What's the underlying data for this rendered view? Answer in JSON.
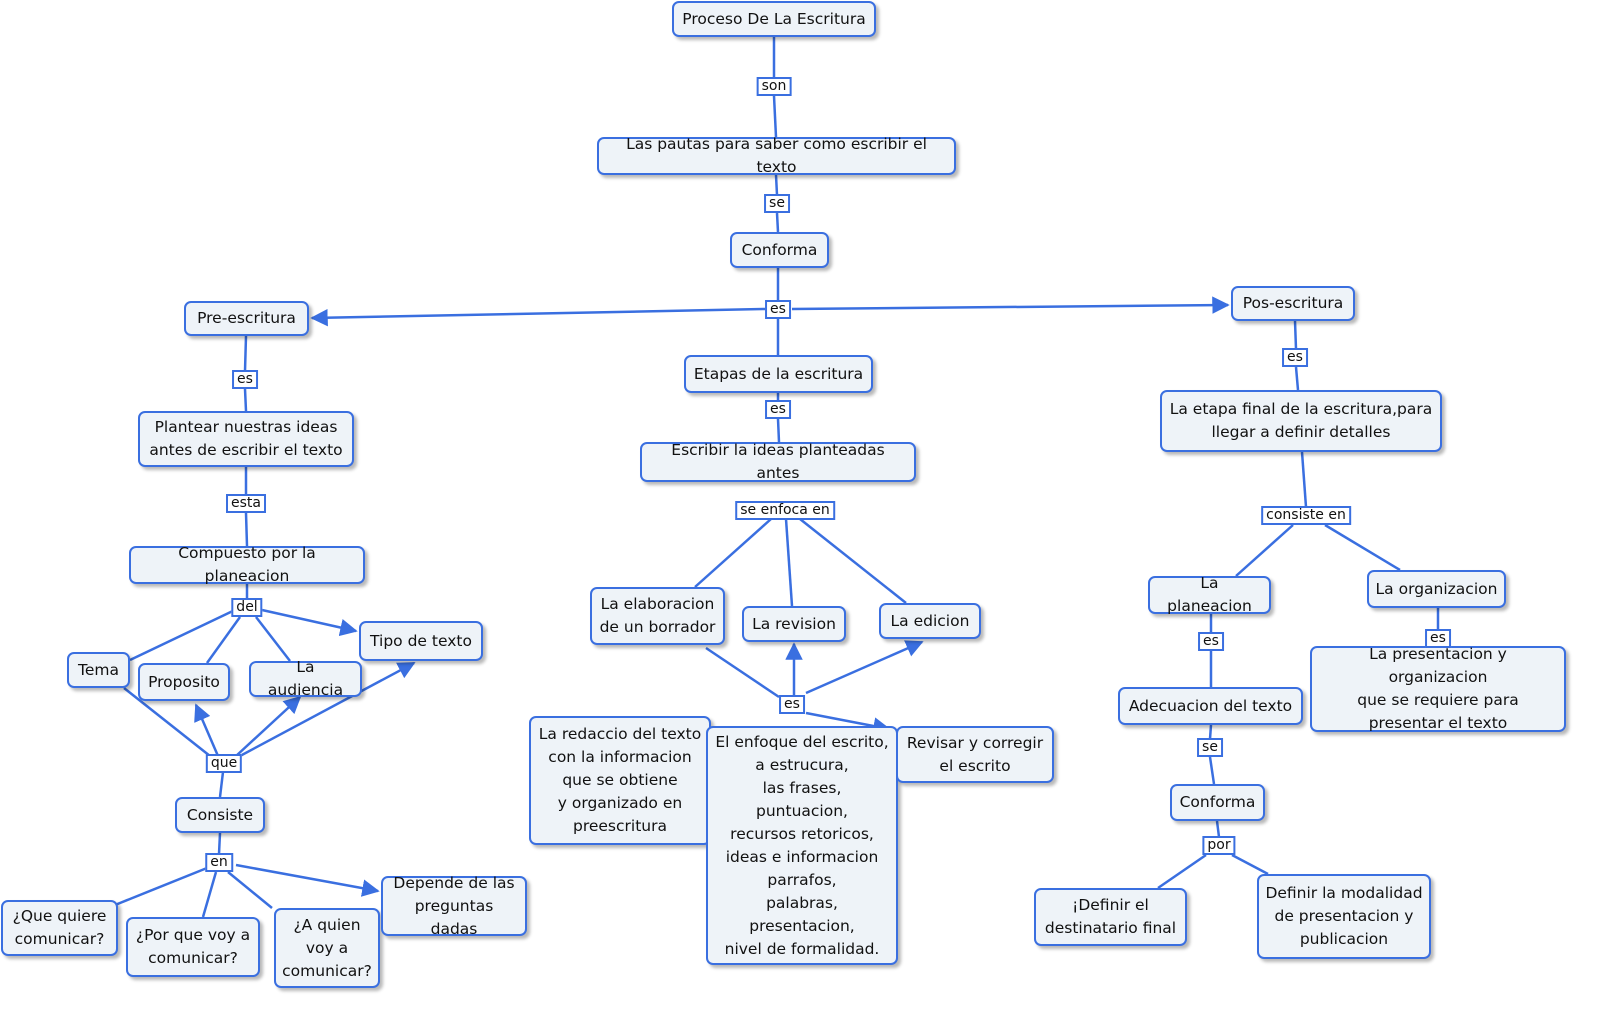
{
  "colors": {
    "line": "#3a6fe0",
    "node_fill": "#eef3f8",
    "label_fill": "#ffffff"
  },
  "nodes": {
    "proceso": "Proceso De La Escritura",
    "pautas": "Las pautas para saber como escribir el texto",
    "conforma_top": "Conforma",
    "pre_escritura": "Pre-escritura",
    "etapas": "Etapas de la escritura",
    "pos_escritura": "Pos-escritura",
    "plantear": "Plantear nuestras ideas\nantes de escribir el texto",
    "escribir": "Escribir la ideas planteadas antes",
    "etapa_final": "La etapa final de la escritura,para\nllegar a definir detalles",
    "compuesto": "Compuesto por la planeacion",
    "tema": "Tema",
    "proposito": "Proposito",
    "audiencia": "La audiencia",
    "tipo_texto": "Tipo de texto",
    "consiste": "Consiste",
    "que_quiere": "¿Que quiere\ncomunicar?",
    "por_que": "¿Por que voy a\ncomunicar?",
    "a_quien": "¿A quien\nvoy a\ncomunicar?",
    "depende": "Depende de las\npreguntas dadas",
    "elaboracion": "La elaboracion\nde un borrador",
    "revision": "La revision",
    "edicion": "La edicion",
    "redaccio": "La redaccio del texto\ncon la informacion\nque se obtiene\ny organizado en\npreescritura",
    "enfoque": "El enfoque del escrito,\na estrucura,\nlas frases,\npuntuacion,\nrecursos retoricos,\nideas e informacion\nparrafos,\npalabras,\npresentacion,\nnivel de formalidad.",
    "revisar": "Revisar y corregir\nel escrito",
    "planeacion": "La planeacion",
    "organizacion": "La organizacion",
    "adecuacion": "Adecuacion del texto",
    "presentacion": "La presentacion y organizacion\nque se requiere  para\npresentar el texto",
    "conforma_right": "Conforma",
    "definir_dest": "¡Definir el\ndestinatario final",
    "definir_mod": "Definir la modalidad\nde presentacion y\npublicacion"
  },
  "links": {
    "son": "son",
    "se_top": "se",
    "es_center": "es",
    "es_pre": "es",
    "es_etapas": "es",
    "es_pos": "es",
    "esta": "esta",
    "se_enfoca_en": "se enfoca en",
    "consiste_en": "consiste en",
    "del": "del",
    "que": "que",
    "en": "en",
    "es_mid": "es",
    "es_planeacion": "es",
    "es_organizacion": "es",
    "se_right": "se",
    "por": "por"
  }
}
